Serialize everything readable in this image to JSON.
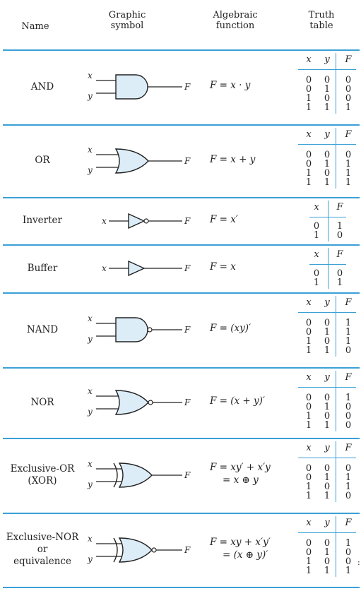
{
  "header": {
    "name": "Name",
    "symbol": [
      "Graphic",
      "symbol"
    ],
    "function": [
      "Algebraic",
      "function"
    ],
    "truth": [
      "Truth",
      "table"
    ]
  },
  "colors": {
    "rule": "#3aa0d6",
    "gate_fill": "#dcedf8",
    "stroke": "#222222"
  },
  "gates": [
    {
      "id": "and",
      "name": [
        "AND"
      ],
      "shape": "and",
      "bubble": false,
      "inputs": [
        "x",
        "y"
      ],
      "output": "F",
      "func": [
        "F = x · y"
      ],
      "tt": {
        "cols": [
          "x",
          "y",
          "F"
        ],
        "rows": [
          [
            "0",
            "0",
            "0"
          ],
          [
            "0",
            "1",
            "0"
          ],
          [
            "1",
            "0",
            "0"
          ],
          [
            "1",
            "1",
            "1"
          ]
        ]
      }
    },
    {
      "id": "or",
      "name": [
        "OR"
      ],
      "shape": "or",
      "bubble": false,
      "inputs": [
        "x",
        "y"
      ],
      "output": "F",
      "func": [
        "F = x + y"
      ],
      "tt": {
        "cols": [
          "x",
          "y",
          "F"
        ],
        "rows": [
          [
            "0",
            "0",
            "0"
          ],
          [
            "0",
            "1",
            "1"
          ],
          [
            "1",
            "0",
            "1"
          ],
          [
            "1",
            "1",
            "1"
          ]
        ]
      }
    },
    {
      "id": "inverter",
      "name": [
        "Inverter"
      ],
      "shape": "buf",
      "bubble": true,
      "inputs": [
        "x"
      ],
      "output": "F",
      "func": [
        "F = x′"
      ],
      "tt": {
        "cols": [
          "x",
          "F"
        ],
        "rows": [
          [
            "0",
            "1"
          ],
          [
            "1",
            "0"
          ]
        ]
      }
    },
    {
      "id": "buffer",
      "name": [
        "Buffer"
      ],
      "shape": "buf",
      "bubble": false,
      "inputs": [
        "x"
      ],
      "output": "F",
      "func": [
        "F = x"
      ],
      "tt": {
        "cols": [
          "x",
          "F"
        ],
        "rows": [
          [
            "0",
            "0"
          ],
          [
            "1",
            "1"
          ]
        ]
      }
    },
    {
      "id": "nand",
      "name": [
        "NAND"
      ],
      "shape": "and",
      "bubble": true,
      "inputs": [
        "x",
        "y"
      ],
      "output": "F",
      "func": [
        "F = (xy)′"
      ],
      "tt": {
        "cols": [
          "x",
          "y",
          "F"
        ],
        "rows": [
          [
            "0",
            "0",
            "1"
          ],
          [
            "0",
            "1",
            "1"
          ],
          [
            "1",
            "0",
            "1"
          ],
          [
            "1",
            "1",
            "0"
          ]
        ]
      }
    },
    {
      "id": "nor",
      "name": [
        "NOR"
      ],
      "shape": "or",
      "bubble": true,
      "inputs": [
        "x",
        "y"
      ],
      "output": "F",
      "func": [
        "F = (x + y)′"
      ],
      "tt": {
        "cols": [
          "x",
          "y",
          "F"
        ],
        "rows": [
          [
            "0",
            "0",
            "1"
          ],
          [
            "0",
            "1",
            "0"
          ],
          [
            "1",
            "0",
            "0"
          ],
          [
            "1",
            "1",
            "0"
          ]
        ]
      }
    },
    {
      "id": "xor",
      "name": [
        "Exclusive-OR",
        "(XOR)"
      ],
      "shape": "xor",
      "bubble": false,
      "inputs": [
        "x",
        "y"
      ],
      "output": "F",
      "func": [
        "F = xy′ + x′y",
        "= x ⊕ y"
      ],
      "tt": {
        "cols": [
          "x",
          "y",
          "F"
        ],
        "rows": [
          [
            "0",
            "0",
            "0"
          ],
          [
            "0",
            "1",
            "1"
          ],
          [
            "1",
            "0",
            "1"
          ],
          [
            "1",
            "1",
            "0"
          ]
        ]
      }
    },
    {
      "id": "xnor",
      "name": [
        "Exclusive-NOR",
        "or",
        "equivalence"
      ],
      "shape": "xor",
      "bubble": true,
      "inputs": [
        "x",
        "y"
      ],
      "output": "F",
      "func": [
        "F = xy + x′y′",
        "= (x ⊕ y)′"
      ],
      "tt": {
        "cols": [
          "x",
          "y",
          "F"
        ],
        "rows": [
          [
            "0",
            "0",
            "1"
          ],
          [
            "0",
            "1",
            "0"
          ],
          [
            "1",
            "0",
            "0"
          ],
          [
            "1",
            "1",
            "1"
          ]
        ]
      }
    }
  ],
  "stray_mark": ":"
}
